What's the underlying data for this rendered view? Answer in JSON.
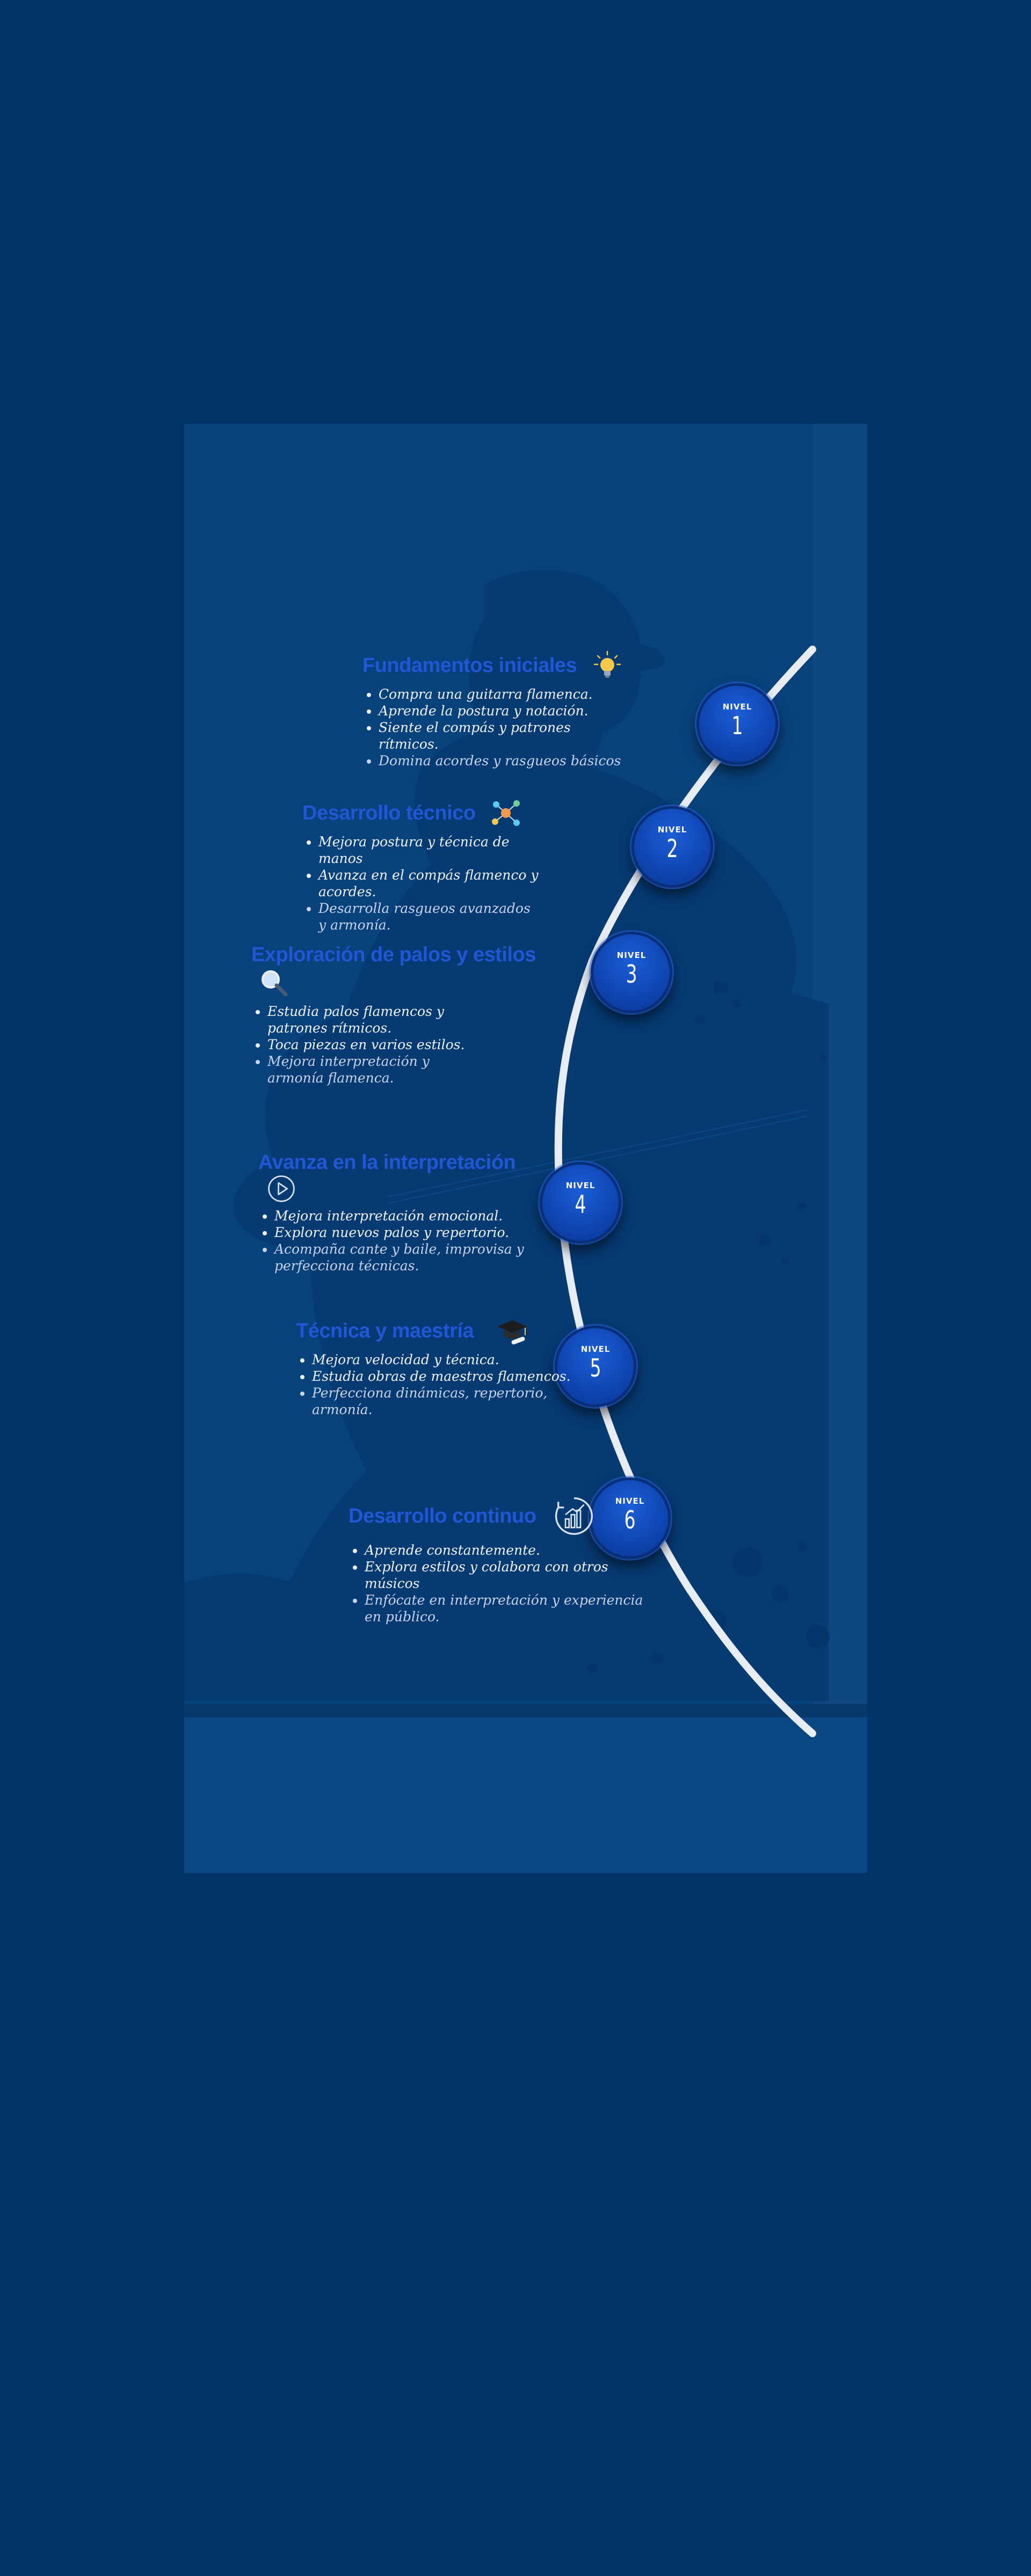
{
  "colors": {
    "page_bg": "#013466",
    "panel_bg": "#08427c",
    "title_blue": "#2256d4",
    "badge_blue": "#1454c8",
    "line_white": "#e8ecf3"
  },
  "badge_label": "NIVEL",
  "steps": [
    {
      "title": "Fundamentos iniciales",
      "icon": "lightbulb-icon",
      "level": "1",
      "bullets": [
        "Compra una guitarra flamenca.",
        "Aprende la postura y notación.",
        "Siente el compás y patrones rítmicos.",
        "Domina acordes y rasgueos básicos"
      ]
    },
    {
      "title": "Desarrollo técnico",
      "icon": "network-icon",
      "level": "2",
      "bullets": [
        "Mejora postura y técnica de manos",
        "Avanza en el compás flamenco y acordes.",
        "Desarrolla rasgueos avanzados y armonía."
      ]
    },
    {
      "title": "Exploración de palos y estilos",
      "icon": "magnifier-icon",
      "level": "3",
      "bullets": [
        "Estudia palos flamencos y patrones rítmicos.",
        "Toca piezas en varios estilos.",
        "Mejora interpretación y armonía flamenca."
      ]
    },
    {
      "title": "Avanza en la interpretación",
      "icon": "play-icon",
      "level": "4",
      "bullets": [
        "Mejora interpretación emocional.",
        "Explora nuevos palos y repertorio.",
        "Acompaña cante y baile, improvisa y perfecciona técnicas."
      ]
    },
    {
      "title": "Técnica y maestría",
      "icon": "graduation-cap-icon",
      "level": "5",
      "bullets": [
        "Mejora velocidad y técnica.",
        "Estudia obras de maestros flamencos.",
        "Perfecciona dinámicas, repertorio, armonía."
      ]
    },
    {
      "title": "Desarrollo continuo",
      "icon": "growth-chart-icon",
      "level": "6",
      "bullets": [
        "Aprende constantemente.",
        "Explora estilos y colabora con otros músicos",
        "Enfócate en interpretación y experiencia en público."
      ]
    }
  ]
}
